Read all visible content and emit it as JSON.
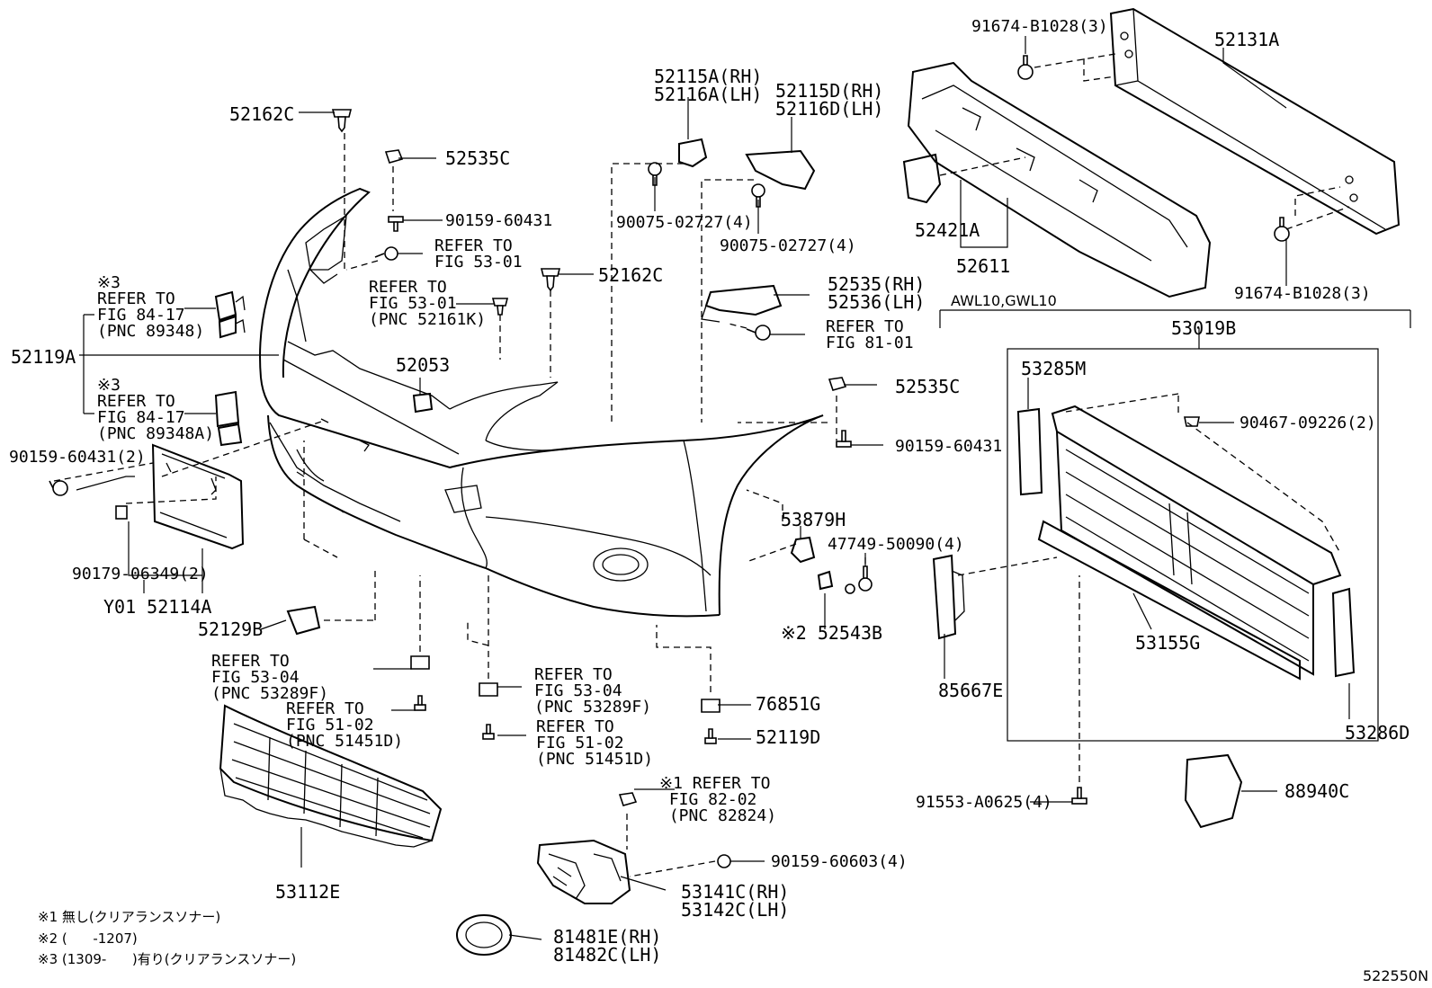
{
  "diagram_code": "522550N",
  "group_labels": {
    "model_codes": "AWL10,GWL10",
    "shutter_assy": "53019B"
  },
  "parts": {
    "p52162C_top": "52162C",
    "p52535C_top": "52535C",
    "p90159_60431_top": "90159-60431",
    "refer_fig5301_a": "REFER TO\nFIG 53-01",
    "refer_fig5301_b": "REFER TO\nFIG 53-01\n(PNC 52161K)",
    "p52162C_mid": "52162C",
    "p52053": "52053",
    "p52115A": "52115A(RH)\n52116A(LH)",
    "p90075_left": "90075-02727(4)",
    "p52115D": "52115D(RH)\n52116D(LH)",
    "p90075_right": "90075-02727(4)",
    "p52535_rh": "52535(RH)\n52536(LH)",
    "refer_fig8101": "REFER TO\nFIG 81-01",
    "p52535C_right": "52535C",
    "p90159_60431_right": "90159-60431",
    "p53879H": "53879H",
    "p47749": "47749-50090(4)",
    "p52543B": "※2 52543B",
    "p76851G": "76851G",
    "p52119D": "52119D",
    "refer_fig5304_right": "REFER TO\nFIG 53-04\n(PNC 53289F)",
    "refer_fig5102_right": "REFER TO\nFIG 51-02\n(PNC 51451D)",
    "refer_fig8202": "※1 REFER TO\n FIG 82-02\n (PNC 82824)",
    "p90159_60603": "90159-60603(4)",
    "p53141C": "53141C(RH)\n53142C(LH)",
    "p81481E": "81481E(RH)\n81482C(LH)",
    "p53112E": "53112E",
    "refer_fig5304_left": "REFER TO\nFIG 53-04\n(PNC 53289F)",
    "refer_fig5102_left": "REFER TO\nFIG 51-02\n(PNC 51451D)",
    "p52129B": "52129B",
    "p52119A": "52119A",
    "refer_fig8417_a": "※3\nREFER TO\nFIG 84-17\n(PNC 89348)",
    "refer_fig8417_b": "※3\nREFER TO\nFIG 84-17\n(PNC 89348A)",
    "p90159_60431_2": "90159-60431(2)",
    "p90179": "90179-06349(2)",
    "p52114A": "Y01 52114A",
    "p91674_top": "91674-B1028(3)",
    "p52131A": "52131A",
    "p52421A": "52421A",
    "p52611": "52611",
    "p91674_bottom": "91674-B1028(3)",
    "p53285M": "53285M",
    "p90467": "90467-09226(2)",
    "p53155G": "53155G",
    "p85667E": "85667E",
    "p53286D": "53286D",
    "p91553": "91553-A0625(4)",
    "p88940C": "88940C"
  },
  "footnotes": [
    "※1 無し(クリアランスソナー)",
    "※2 (      -1207)",
    "※3 (1309-      )有り(クリアランスソナー)"
  ]
}
